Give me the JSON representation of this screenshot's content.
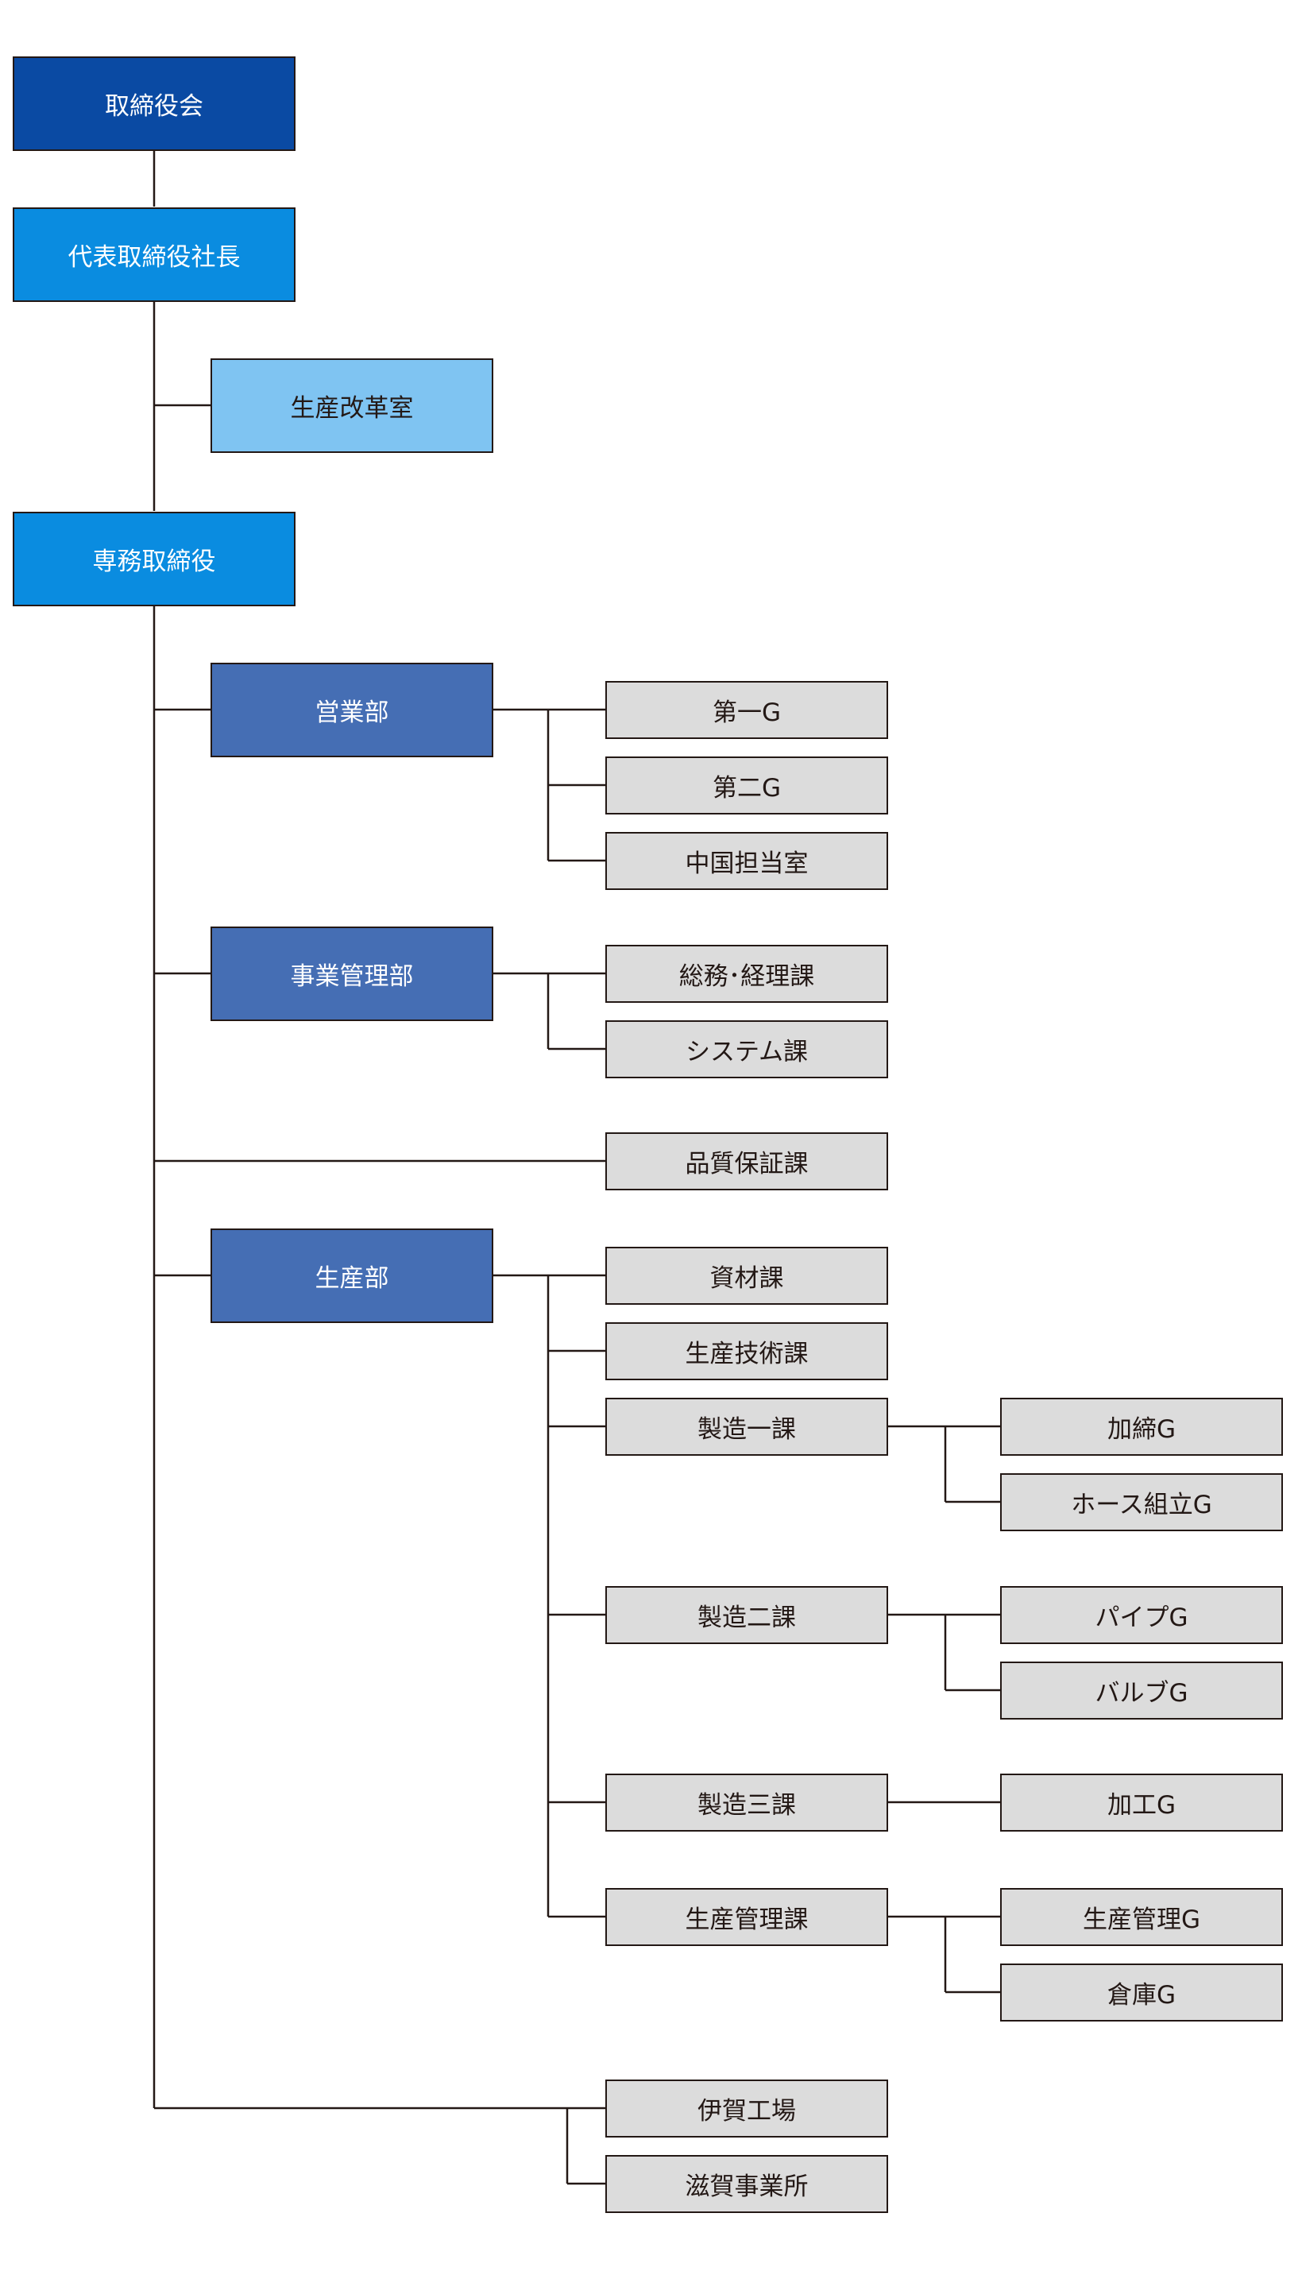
{
  "org": {
    "board": "取締役会",
    "president": "代表取締役社長",
    "reform_office": "生産改革室",
    "senior_director": "専務取締役",
    "sales_dept": {
      "name": "営業部",
      "groups": [
        "第一G",
        "第二G",
        "中国担当室"
      ]
    },
    "admin_dept": {
      "name": "事業管理部",
      "sections": [
        "総務･経理課",
        "システム課"
      ]
    },
    "quality_section": "品質保証課",
    "production_dept": {
      "name": "生産部",
      "sections": [
        "資材課",
        "生産技術課"
      ],
      "mfg1": {
        "name": "製造一課",
        "groups": [
          "加締G",
          "ホース組立G"
        ]
      },
      "mfg2": {
        "name": "製造二課",
        "groups": [
          "パイプG",
          "バルブG"
        ]
      },
      "mfg3": {
        "name": "製造三課",
        "groups": [
          "加工G"
        ]
      },
      "prod_mgmt": {
        "name": "生産管理課",
        "groups": [
          "生産管理G",
          "倉庫G"
        ]
      }
    },
    "sites": [
      "伊賀工場",
      "滋賀事業所"
    ]
  },
  "colors": {
    "board": "#0a4aa3",
    "president": "#0a8ce0",
    "office": "#7fc4f2",
    "department": "#456eb4",
    "unit": "#dcdcdc",
    "line": "#231815"
  }
}
